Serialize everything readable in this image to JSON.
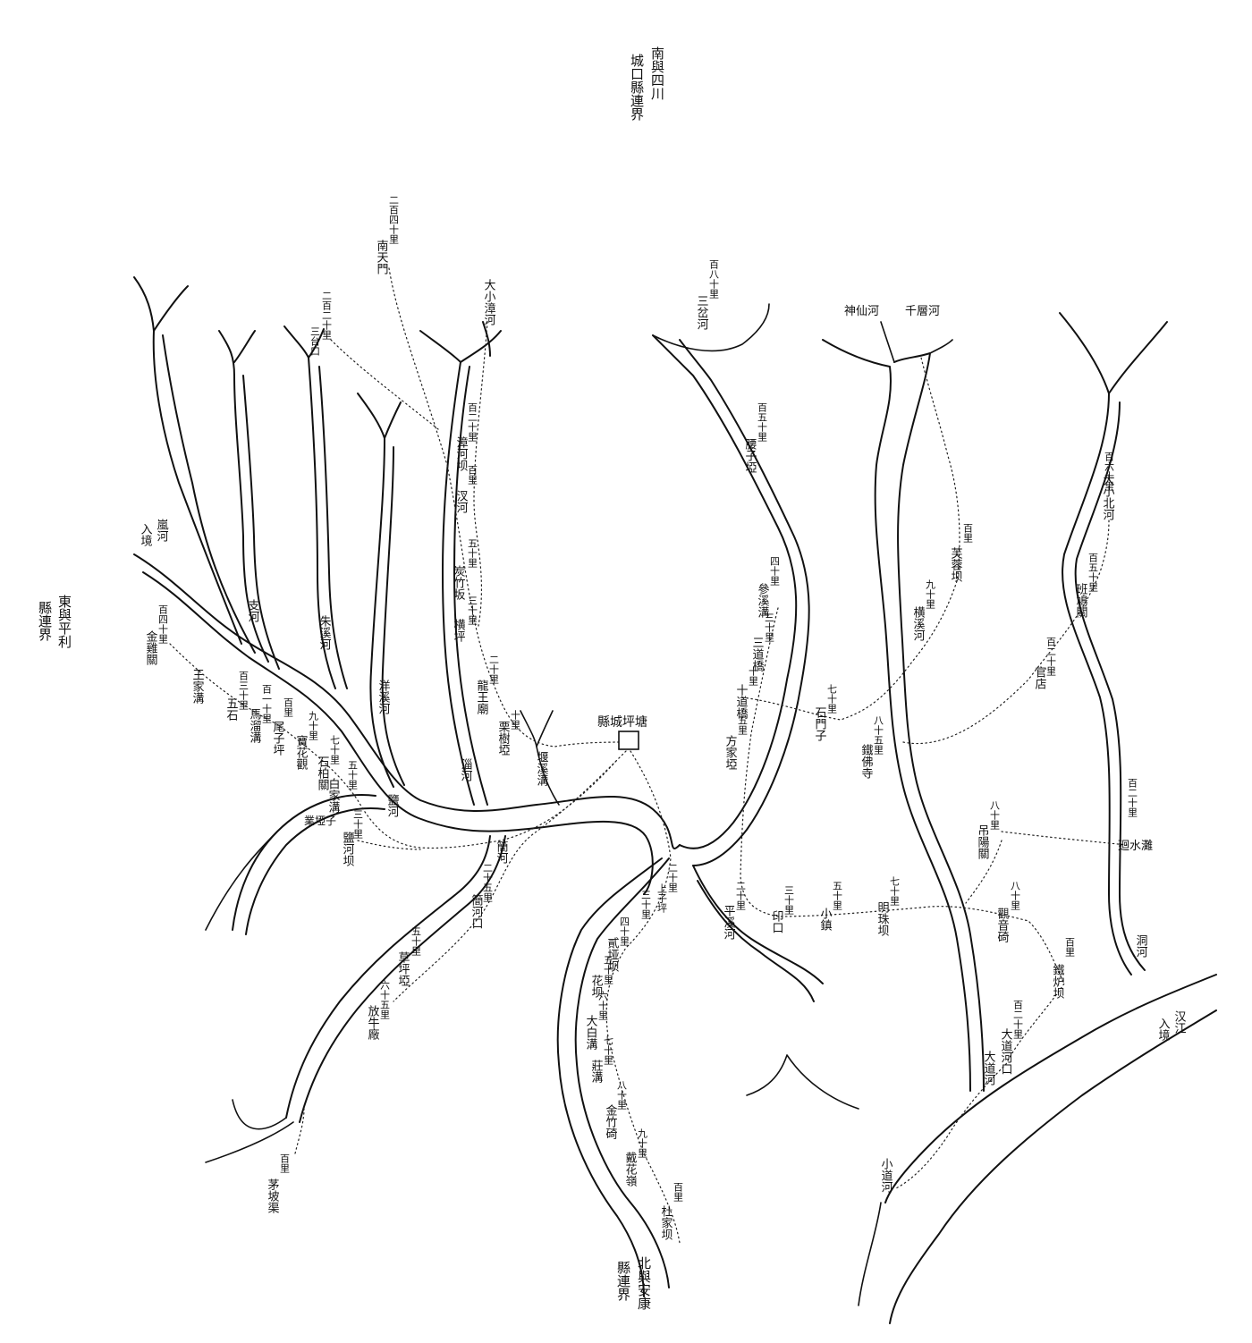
{
  "boundary_notes": {
    "north_a": "南與四川",
    "north_b": "城口縣連界",
    "west_a": "東與平利",
    "west_b": "縣連界",
    "south_a": "北與安康",
    "south_b": "縣連界"
  },
  "county_seat": "縣城坪塘",
  "rivers": {
    "lan_he": "嵐河",
    "lan_he_entry": "入境",
    "han_jiang": "汉江",
    "han_jiang_entry": "入境",
    "zhi_he": "支河",
    "zhu_xi_he": "朱溪河",
    "yang_xi_he": "洋溪河",
    "zi_he": "淄河",
    "jian_he": "簡河",
    "dong_he": "洞河",
    "xiao_dao_he": "小道河",
    "da_dao_he": "大道河",
    "da_xiao_bei_he": "大小北河",
    "da_xiao_zhang_he": "大小漳河",
    "shen_xian_he": "神仙河",
    "qian_ceng_he": "千層河",
    "yao_xi_gou": "堰溪溝"
  },
  "places": {
    "nan_tian_men_dist": "二百四十里",
    "nan_tian_men": "南天門",
    "san_tai_kou_dist": "二百二十里",
    "san_tai_kou": "三台口",
    "zhang_he_ba_dist": "百二十里",
    "zhang_he_ba": "漳河坝",
    "cha_he_dist": "百里",
    "cha_he": "汊河",
    "tan_zhu_ban_dist": "五十里",
    "tan_zhu_ban": "炭竹坂",
    "heng_ping_dist": "三十里",
    "heng_ping": "横坪",
    "long_wang_miao_dist": "二十里",
    "long_wang_miao": "龍王廟",
    "li_shu_ya_dist": "十里",
    "li_shu_ya": "栗樹埡",
    "san_cha_he_dist": "百八十里",
    "san_cha_he": "三岔河",
    "yao_zi_ya_dist": "百五十里",
    "yao_zi_ya": "腰子埡",
    "can_xi_gou_dist": "四十里",
    "can_xi_gou": "參溪溝",
    "san_dao_qiao_dist": "三十里",
    "san_dao_qiao": "三道橋",
    "shi_dao_qiao_dist": "十里",
    "shi_dao_qiao": "十道橋",
    "fang_jia_ya_dist": "五里",
    "fang_jia_ya": "方家埡",
    "fu_rong_ba_dist": "百里",
    "fu_rong_ba": "芙蓉坝",
    "heng_xi_he_dist": "九十里",
    "heng_xi_he": "横溪河",
    "shi_men_zi_dist": "七十里",
    "shi_men_zi": "石門子",
    "tie_fo_si_dist": "八十五里",
    "tie_fo_si": "鐵佛寺",
    "guan_dian_dist": "百二十里",
    "guan_dian": "官店",
    "ban_qiao_guan_dist": "百五十里",
    "ban_qiao_guan": "班鳩關",
    "da_xiao_bei_he_dist": "百六十里",
    "hui_shui_tan_dist": "百二十里",
    "hui_shui_tan": "廻水灘",
    "diao_yang_guan_dist": "八十里",
    "diao_yang_guan": "吊陽關",
    "ping_xi_he_dist": "二十里",
    "ping_xi_he": "平溪河",
    "yin_kou_dist": "三十里",
    "yin_kou": "印口",
    "xiao_zhen_dist": "五十里",
    "xiao_zhen": "小鎮",
    "ming_zhu_ba_dist": "七十里",
    "ming_zhu_ba": "明珠坝",
    "guan_yin_qi_dist": "八十里",
    "guan_yin_qi": "觀音碕",
    "tie_lu_ba_dist": "百里",
    "tie_lu_ba": "鐵炉坝",
    "da_dao_kou_dist": "百二十里",
    "da_dao_kou": "大道河口",
    "shang_zi_ping_dist": "二十里",
    "shang_zi_ping": "上子坪",
    "wu_dao_ba_dist": "三十里",
    "bai_ya_ba_dist": "四十里",
    "bai_ya_ba": "貳垭坝",
    "hua_ba_dist": "五十里",
    "hua_ba": "花坝",
    "da_bai_gou_dist": "六十里",
    "da_bai_gou": "大白溝",
    "zhuang_gou_dist": "七十里",
    "zhuang_gou": "莊溝",
    "jin_zhu_qi_dist": "八十里",
    "jin_zhu_qi": "金竹碕",
    "dai_hua_ling_dist": "九十里",
    "dai_hua_ling": "戴花嶺",
    "du_jia_ba_dist": "百里",
    "du_jia_ba": "杜家坝",
    "jian_he_kou_dist": "二十五里",
    "jian_he_kou": "簡河口",
    "cao_ping_ya_dist": "五十里",
    "cao_ping_ya": "草坪埡",
    "fang_niu_chang_dist": "六十五里",
    "fang_niu_chang": "放牛廠",
    "mao_po_qu_dist": "百里",
    "mao_po_qu": "茅坡渠",
    "yan_he_ba_dist": "三十里",
    "yan_he_ba": "鹽河坝",
    "yan_he": "鹽河",
    "zi_ya_ye": "業埡子",
    "jin_ji_guan_dist": "百四十里",
    "jin_ji_guan": "金雞關",
    "wang_jia_gou": "王家溝",
    "wu_shi_li": "百三十里",
    "wu_shi_li_b": "百二十里",
    "wu_shi": "五石",
    "ma_liu_gou": "馬溜溝",
    "ma_liu_gou_dist": "百一十里",
    "wei_zi_ping_dist": "百里",
    "wei_zi_ping": "尾子坪",
    "bao_hua_guan_dist": "九十里",
    "bao_hua_guan": "寶花觀",
    "shi_bai_guan_dist": "七十里",
    "shi_bai_guan": "石柏關",
    "bai_jia_gou_dist": "五十里",
    "bai_jia_gou": "白家溝"
  }
}
